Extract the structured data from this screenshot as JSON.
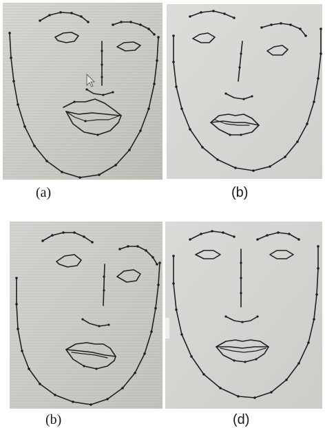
{
  "figure": {
    "panels": [
      {
        "caption": "(a)",
        "style": "photo-grain"
      },
      {
        "caption": "(b)",
        "style": "photo-plain"
      },
      {
        "caption": "(b)",
        "style": "photo-grain"
      },
      {
        "caption": "(d)",
        "style": "photo-plain"
      }
    ],
    "colors": {
      "line": "#1f1f1f",
      "screen_a": "#cfd0cb",
      "screen_b": "#d9dad6",
      "screen_c": "#cdcec8",
      "screen_d": "#d6d7d2"
    }
  }
}
